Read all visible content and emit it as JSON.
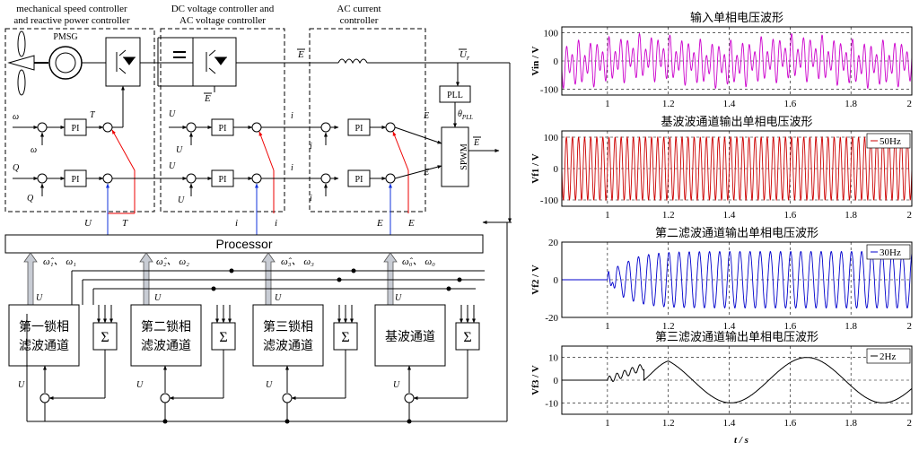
{
  "diagram": {
    "labels": {
      "mech_title_1": "mechanical speed controller",
      "mech_title_2": "and reactive power controller",
      "dc_title_1": "DC voltage controller and",
      "dc_title_2": "AC voltage controller",
      "ac_title_1": "AC current",
      "ac_title_2": "controller",
      "pmsg": "PMSG",
      "pi": "PI",
      "pll": "PLL",
      "spwm": "SPWM",
      "processor": "Processor",
      "sigma": "Σ",
      "E_vec": "E",
      "Ur_vec": "U",
      "Ur_sub": "r",
      "omega_ref": "ω",
      "Q_ref": "Q",
      "Udc_ref": "U",
      "Ut_ref": "U",
      "id_ref": "i",
      "iq_ref": "i",
      "Ed": "E",
      "Eq": "E",
      "theta": "θ",
      "theta_sub": "PLL",
      "T_ref": "T",
      "U_t_omega": "U",
      "T_omega": "T",
      "i_q_omega": "i",
      "i_d_omega": "i",
      "E_q_omega": "E",
      "E_d_omega": "E",
      "omega1_pair": "ω̂₁、 ω₁",
      "omega2_pair": "ω̂₂、 ω₂",
      "omega3_pair": "ω̂₃、 ω₃",
      "omega0_pair": "ω̂₀、 ω₀",
      "U1abc": "U",
      "U2abc": "U",
      "U3abc": "U",
      "Uabc": "U",
      "Uin1": "U",
      "Uin2": "U",
      "Uin3": "U",
      "U": "U"
    },
    "channels": [
      {
        "line1": "第一锁相",
        "line2": "滤波通道"
      },
      {
        "line1": "第二锁相",
        "line2": "滤波通道"
      },
      {
        "line1": "第三锁相",
        "line2": "滤波通道"
      },
      {
        "line1": "基波通道",
        "line2": ""
      }
    ]
  },
  "charts_meta": {
    "xticks": [
      "1",
      "1.2",
      "1.4",
      "1.6",
      "1.8",
      "2"
    ],
    "xlabel": "t / s"
  },
  "chart_data": [
    {
      "type": "line",
      "title": "输入单相电压波形",
      "ylabel": "Vin / V",
      "xlim": [
        0.85,
        2
      ],
      "ylim": [
        -120,
        120
      ],
      "yticks": [
        "100",
        "0",
        "-100"
      ],
      "legend": "",
      "color": "#cc00cc",
      "series": [
        {
          "name": "",
          "description": "composite of 50Hz, 30Hz and 2Hz components, amplitude ~100 V",
          "x_range": [
            0.85,
            2
          ]
        }
      ]
    },
    {
      "type": "line",
      "title": "基波波通道输出单相电压波形",
      "ylabel": "Vf1 / V",
      "xlim": [
        0.85,
        2
      ],
      "ylim": [
        -120,
        120
      ],
      "yticks": [
        "100",
        "0",
        "-100"
      ],
      "legend": "50Hz",
      "color": "#cc0000",
      "series": [
        {
          "name": "50Hz",
          "frequency_hz": 50,
          "amplitude": 100,
          "x_range": [
            0.85,
            2
          ]
        }
      ]
    },
    {
      "type": "line",
      "title": "第二滤波通道输出单相电压波形",
      "ylabel": "Vf2 / V",
      "xlim": [
        0.85,
        2
      ],
      "ylim": [
        -20,
        20
      ],
      "yticks": [
        "20",
        "0",
        "-20"
      ],
      "legend": "30Hz",
      "color": "#0000cc",
      "series": [
        {
          "name": "30Hz",
          "frequency_hz": 30,
          "amplitude": 15,
          "start_x": 1.0,
          "x_range": [
            0.85,
            2
          ]
        }
      ]
    },
    {
      "type": "line",
      "title": "第三滤波通道输出单相电压波形",
      "ylabel": "Vf3 / V",
      "xlim": [
        0.85,
        2
      ],
      "ylim": [
        -15,
        15
      ],
      "yticks": [
        "10",
        "0",
        "-10"
      ],
      "legend": "2Hz",
      "color": "#000000",
      "series": [
        {
          "name": "2Hz",
          "frequency_hz": 2,
          "amplitude": 10,
          "start_x": 1.0,
          "x_range": [
            0.85,
            2
          ]
        }
      ]
    }
  ]
}
